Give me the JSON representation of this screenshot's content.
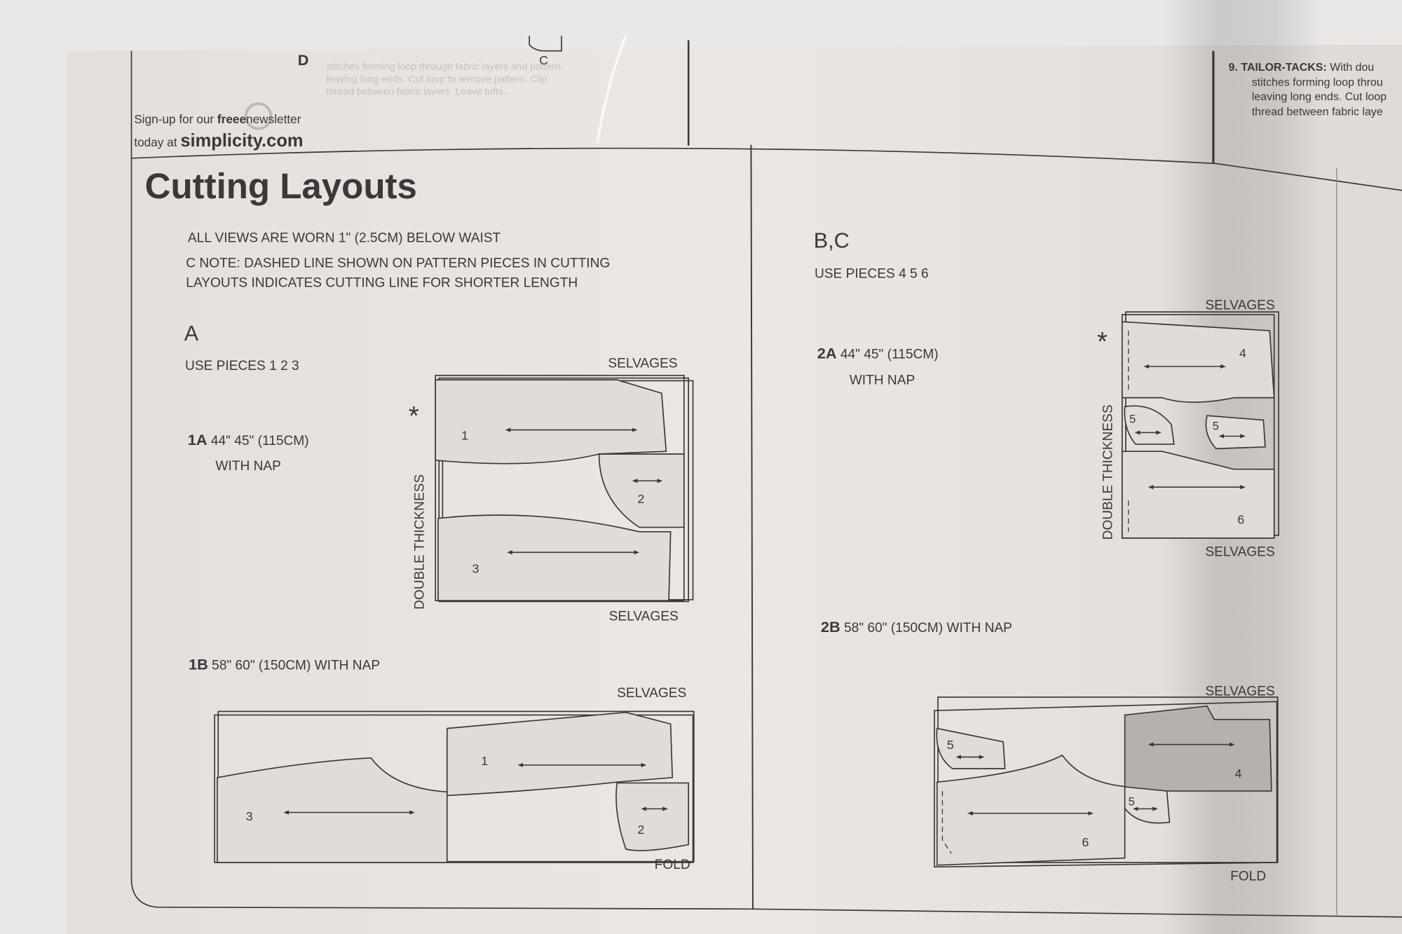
{
  "header": {
    "view_d_label": "D",
    "view_c_label": "C",
    "ghost_text": [
      "stitches forming loop through fabric layers and pattern,",
      "leaving long ends. Cut loop to remove pattern. Clip",
      "thread between fabric layers. Leave tufts."
    ],
    "newsletter_line1_prefix": "Sign-up for our",
    "newsletter_free": "free",
    "newsletter_e": "e",
    "newsletter_line1_suffix": "newsletter",
    "newsletter_line2_prefix": "today at",
    "newsletter_site": "simplicity.com",
    "tailor_tacks": {
      "number": "9.",
      "title": "TAILOR-TACKS:",
      "lines": [
        "With dou",
        "stitches forming loop throu",
        "leaving long ends. Cut loop",
        "thread between fabric laye"
      ]
    }
  },
  "left": {
    "title": "Cutting Layouts",
    "note1": "ALL VIEWS ARE  WORN 1\" (2.5CM)  BELOW WAIST",
    "note2_line1": "C NOTE: DASHED LINE SHOWN ON PATTERN PIECES IN CUTTING",
    "note2_line2": "LAYOUTS INDICATES CUTTING LINE FOR SHORTER LENGTH",
    "view": "A",
    "use_pieces": "USE PIECES 1 2 3",
    "layout_1a": {
      "code": "1A",
      "width": "44\" 45\" (115CM)",
      "nap": "WITH NAP",
      "top": "SELVAGES",
      "bottom": "SELVAGES",
      "side": "DOUBLE THICKNESS",
      "asterisk": "*",
      "pieces": [
        "1",
        "2",
        "3"
      ]
    },
    "layout_1b": {
      "code": "1B",
      "width": "58\" 60\" (150CM) WITH NAP",
      "top": "SELVAGES",
      "bottom": "FOLD",
      "pieces": [
        "1",
        "2",
        "3"
      ]
    }
  },
  "right": {
    "view": "B,C",
    "use_pieces": "USE PIECES 4 5 6",
    "layout_2a": {
      "code": "2A",
      "width": "44\" 45\" (115CM)",
      "nap": "WITH NAP",
      "top": "SELVAGES",
      "bottom": "SELVAGES",
      "side": "DOUBLE THICKNESS",
      "asterisk": "*",
      "pieces": [
        "4",
        "5",
        "5",
        "6"
      ]
    },
    "layout_2b": {
      "code": "2B",
      "width": "58\" 60\" (150CM) WITH NAP",
      "top": "SELVAGES",
      "bottom": "FOLD",
      "pieces": [
        "4",
        "5",
        "5",
        "6"
      ]
    }
  },
  "colors": {
    "paper": "#e6e1de",
    "ink": "#3a3636",
    "shade": "#b7b1ad"
  }
}
